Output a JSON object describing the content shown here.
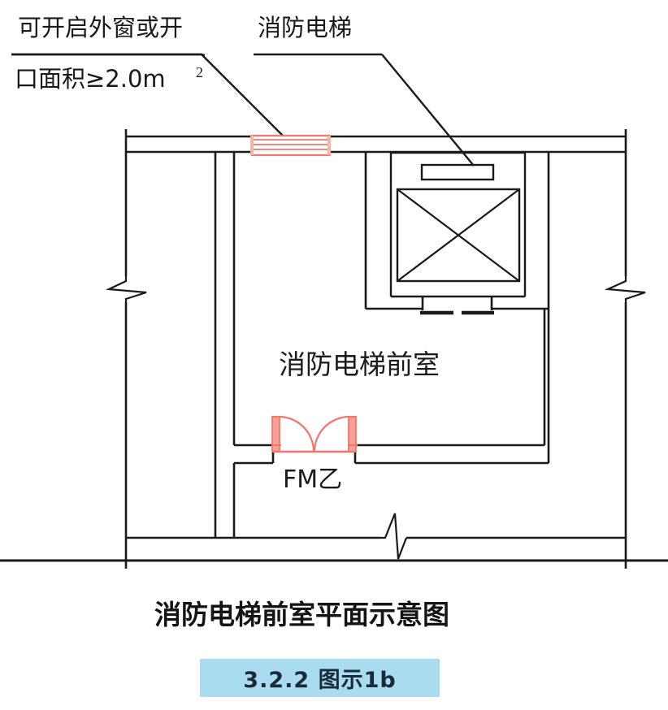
{
  "document": {
    "type": "architectural-floor-plan",
    "title": "消防电梯前室平面示意图",
    "figure_badge": "3.2.2  图示1b",
    "badge_color": "#a9dcef",
    "background_color": "#ffffff",
    "ink_color": "#1a1a1a",
    "accent_color": "#f4766a"
  },
  "annotations": [
    {
      "id": "openable-window",
      "line1": "可开启外窗或开",
      "line2": "口面积≥2.0m",
      "superscript": "2",
      "target": "exterior-window",
      "leader": "underline-then-diagonal-down-right"
    },
    {
      "id": "fire-elevator",
      "line1": "消防电梯",
      "target": "elevator-counterweight",
      "leader": "underline-then-diagonal-down-right"
    }
  ],
  "room_labels": [
    {
      "id": "vestibule",
      "text": "消防电梯前室"
    }
  ],
  "component_labels": [
    {
      "id": "fire-door-class-b",
      "text": "FM乙"
    }
  ],
  "components": [
    {
      "id": "exterior-wall-top",
      "kind": "wall",
      "note": "double-line exterior wall"
    },
    {
      "id": "exterior-wall-left",
      "kind": "wall",
      "note": "with break symbol"
    },
    {
      "id": "exterior-wall-right",
      "kind": "wall",
      "note": "with break symbol"
    },
    {
      "id": "exterior-wall-bottom",
      "kind": "wall",
      "note": "with break symbol"
    },
    {
      "id": "exterior-window",
      "kind": "window",
      "color": "#f4766a",
      "note": "red 4-line window symbol in top wall"
    },
    {
      "id": "fire-door-class-b",
      "kind": "double-swing-door",
      "color": "#f4766a",
      "leaves": 2
    },
    {
      "id": "elevator-shaft",
      "kind": "shaft"
    },
    {
      "id": "elevator-counterweight",
      "kind": "rectangle"
    },
    {
      "id": "elevator-car",
      "kind": "rectangle-with-diagonals"
    },
    {
      "id": "elevator-landing-door",
      "kind": "door-opening"
    },
    {
      "id": "vestibule-enclosure",
      "kind": "wall-enclosure"
    }
  ],
  "caption": {
    "main": "消防电梯前室平面示意图"
  }
}
